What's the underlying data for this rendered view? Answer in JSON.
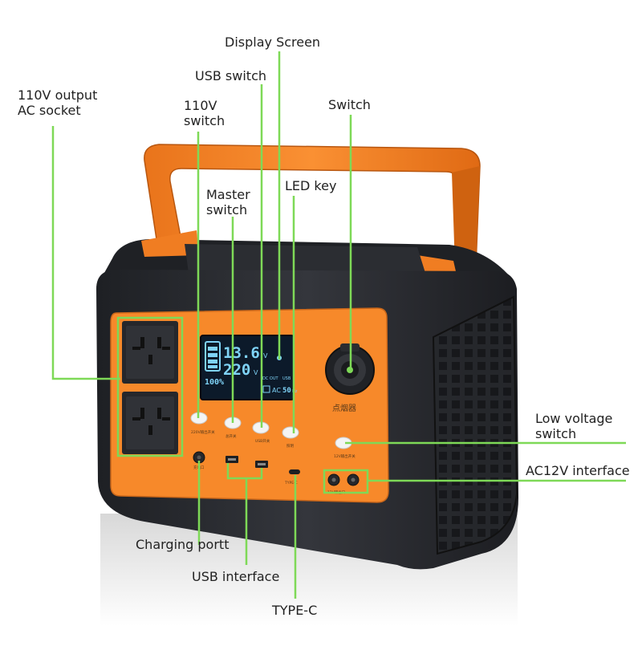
{
  "labels": {
    "ac_socket": [
      "110V output",
      "AC socket"
    ],
    "switch_110v": [
      "110V",
      "switch"
    ],
    "usb_switch": "USB switch",
    "display_screen": "Display Screen",
    "switch": "Switch",
    "master_switch": [
      "Master",
      "switch"
    ],
    "led_key": "LED key",
    "low_voltage_switch": [
      "Low voltage",
      "switch"
    ],
    "ac12v_interface": "AC12V interface",
    "charging_port": "Charging portt",
    "usb_interface": "USB interface",
    "type_c": "TYPE-C"
  },
  "display": {
    "voltage_dc": "13.6",
    "voltage_dc_unit": "V",
    "voltage_ac": "220",
    "voltage_ac_unit": "V",
    "battery_percent": "100%",
    "dc_out": "DC OUT",
    "usb": "USB",
    "ac": "AC",
    "freq": "50",
    "freq_unit": "Hz"
  },
  "panel_text": {
    "cigarette": "点烟器",
    "button_ac": "220V输出开关",
    "button_master": "总开关",
    "button_usb": "USB开关",
    "button_led": "照明",
    "button_12v": "12V输出开关",
    "charge": "充电口",
    "type_c": "TYPE-C",
    "dc12": "12V输出口"
  },
  "colors": {
    "leader": "#7ed957",
    "orange": "#f7892a",
    "body": "#2a2c31",
    "screen": "#0c1a2a",
    "lcd": "#7fd3f7"
  }
}
